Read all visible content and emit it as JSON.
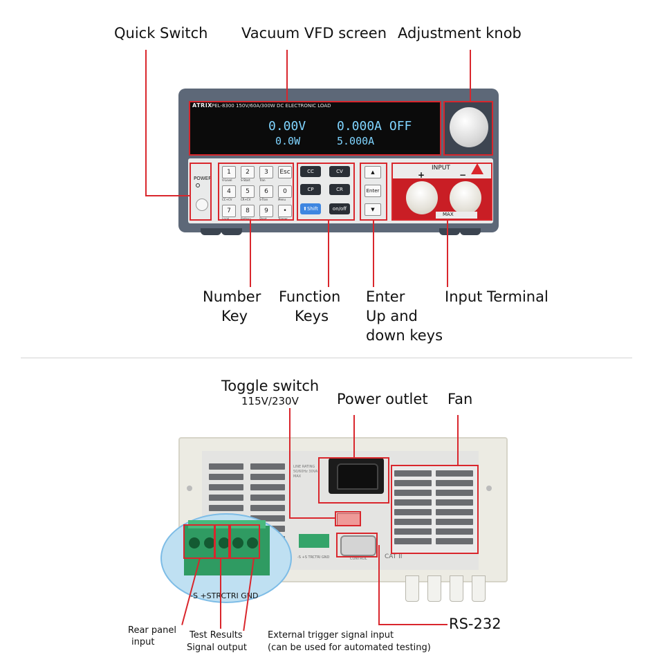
{
  "front_labels": {
    "quick_switch": "Quick Switch",
    "vfd_screen": "Vacuum VFD screen",
    "adjust_knob": "Adjustment knob",
    "number_key_1": "Number",
    "number_key_2": "Key",
    "function_keys_1": "Function",
    "function_keys_2": "Keys",
    "enter_1": "Enter",
    "enter_2": "Up and",
    "enter_3": "down keys",
    "input_terminal": "Input Terminal"
  },
  "device_front": {
    "brand": "ATRIX",
    "model_line": "PEL-8300  150V/60A/300W  DC ELECTRONIC LOAD",
    "vfd_row1_left": "0.00V",
    "vfd_row1_right": "0.000A OFF",
    "vfd_row2_left": "0.0W",
    "vfd_row2_right": "5.000A",
    "power_label": "POWER",
    "input_label": "INPUT",
    "plus": "+",
    "minus": "−",
    "max_label": "MAX",
    "keys": [
      {
        "main": "1",
        "sub": "V-Level"
      },
      {
        "main": "2",
        "sub": "S-Start"
      },
      {
        "main": "3",
        "sub": "Tran"
      },
      {
        "main": "Esc",
        "sub": ""
      },
      {
        "main": "4",
        "sub": "CC+CV"
      },
      {
        "main": "5",
        "sub": "CR+CV"
      },
      {
        "main": "6",
        "sub": "S-Tran"
      },
      {
        "main": "0",
        "sub": "Menu"
      },
      {
        "main": "7",
        "sub": "Local"
      },
      {
        "main": "8",
        "sub": "Battery"
      },
      {
        "main": "9",
        "sub": "Short"
      },
      {
        "main": "•",
        "sub": "Trigger"
      }
    ],
    "fkeys": [
      "CC",
      "CV",
      "CP",
      "CR",
      "⬆Shift",
      "on/off"
    ],
    "ekeys": [
      "▲",
      "Enter",
      "▼"
    ]
  },
  "rear_labels": {
    "toggle_switch": "Toggle switch",
    "toggle_voltage": "115V/230V",
    "power_outlet": "Power outlet",
    "fan": "Fan",
    "rs232": "RS-232",
    "rear_panel_input_1": "Rear panel",
    "rear_panel_input_2": "input",
    "test_results_1": "Test Results",
    "test_results_2": "Signal output",
    "ext_trigger_1": "External trigger signal input",
    "ext_trigger_2": "(can be used for automated testing)",
    "terminal_pins": "-S  +STRCTRI  GND"
  },
  "device_rear": {
    "rating_text": "LINE RATING 50/60Hz 30VA MAX",
    "cat_label": "CAT II",
    "control_label": "CONTROL",
    "small_pins": "-S +S TRCTRI GND"
  },
  "colors": {
    "callout": "#d9262c",
    "chassis": "#5d6878",
    "vfd_text": "#7fd4ff",
    "terminal_green": "#2f9b62"
  }
}
